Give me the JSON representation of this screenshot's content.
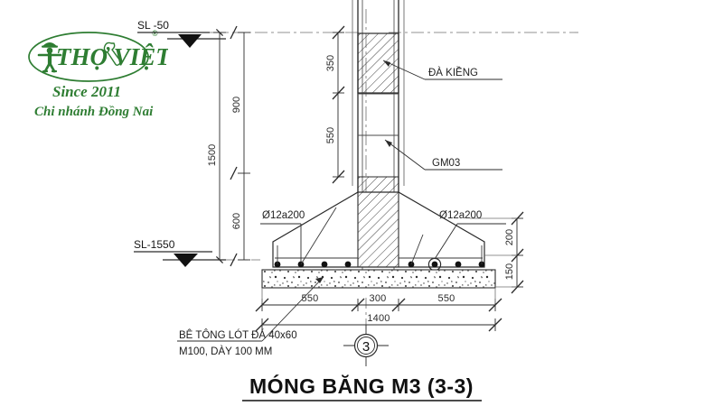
{
  "sheet": {
    "title": "MÓNG BĂNG M3 (3-3)",
    "background_color": "#ffffff",
    "line_color": "#2b2b2b",
    "accent_color": "#2e7d32"
  },
  "logo": {
    "brand": "THỢ VIỆT",
    "registered_mark": "®",
    "since": "Since 2011",
    "branch": "Chi nhánh Đồng Nai",
    "color": "#2e7d32"
  },
  "levels": [
    {
      "name": "level-top",
      "label": "SL -50"
    },
    {
      "name": "level-bottom",
      "label": "SL-1550"
    }
  ],
  "dimensions": {
    "left_total": "1500",
    "left_upper": "900",
    "left_lower": "600",
    "beam_depth": "350",
    "beam_to_footing": "550",
    "right_upper": "200",
    "right_lower": "150",
    "bottom_left": "550",
    "bottom_center": "300",
    "bottom_right": "550",
    "bottom_total": "1400"
  },
  "labels": {
    "beam": "ĐÀ KIỀNG",
    "footing_mark": "GM03",
    "rebar_left": "Ø12a200",
    "rebar_right": "Ø12a200"
  },
  "notes": {
    "line1": "BÊ TÔNG LÓT ĐÁ 40x60",
    "line2": "M100, DÀY 100 MM"
  },
  "section_marker": {
    "number": "3"
  }
}
